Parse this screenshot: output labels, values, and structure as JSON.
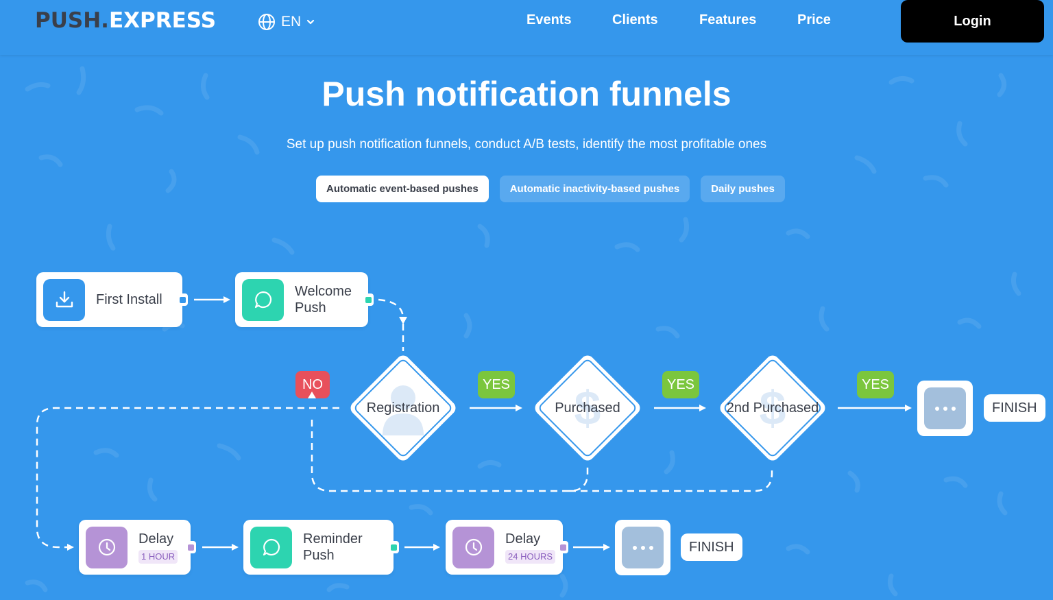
{
  "header": {
    "logo_dark": "PUSH.",
    "logo_light": "EXPRESS",
    "language": "EN",
    "language_icon": "globe-icon",
    "language_chevron": "chevron-down-icon",
    "nav": [
      {
        "label": "Events"
      },
      {
        "label": "Clients"
      },
      {
        "label": "Features"
      },
      {
        "label": "Price"
      }
    ],
    "login_label": "Login"
  },
  "hero": {
    "title": "Push notification funnels",
    "subtitle": "Set up push notification funnels, conduct A/B tests, identify the most profitable ones"
  },
  "tabs": [
    {
      "label": "Automatic event-based pushes",
      "active": true
    },
    {
      "label": "Automatic inactivity-based pushes",
      "active": false
    },
    {
      "label": "Daily pushes",
      "active": false
    }
  ],
  "colors": {
    "background": "#3597ec",
    "install_icon": "#3597ec",
    "push_icon": "#2dd4b0",
    "delay_icon": "#b593d6",
    "more_icon": "#a3bfdc",
    "yes_badge": "#7bc63d",
    "no_badge": "#e8505b",
    "login_bg": "#000000"
  },
  "funnel": {
    "first_install": {
      "label": "First Install",
      "icon": "download-icon"
    },
    "welcome_push": {
      "label_line1": "Welcome",
      "label_line2": "Push",
      "icon": "chat-bubble-icon"
    },
    "decisions": [
      {
        "label": "Registration",
        "ghost_icon": "user-icon"
      },
      {
        "label": "Purchased",
        "ghost_icon": "dollar-icon"
      },
      {
        "label": "2nd Purchased",
        "ghost_icon": "dollar-icon"
      }
    ],
    "yes_label": "YES",
    "no_label": "NO",
    "finish_label": "FINISH",
    "delay_1": {
      "label": "Delay",
      "duration": "1 HOUR",
      "icon": "clock-icon"
    },
    "reminder_push": {
      "label_line1": "Reminder",
      "label_line2": "Push",
      "icon": "chat-bubble-icon"
    },
    "delay_2": {
      "label": "Delay",
      "duration": "24 HOURS",
      "icon": "clock-icon"
    }
  }
}
